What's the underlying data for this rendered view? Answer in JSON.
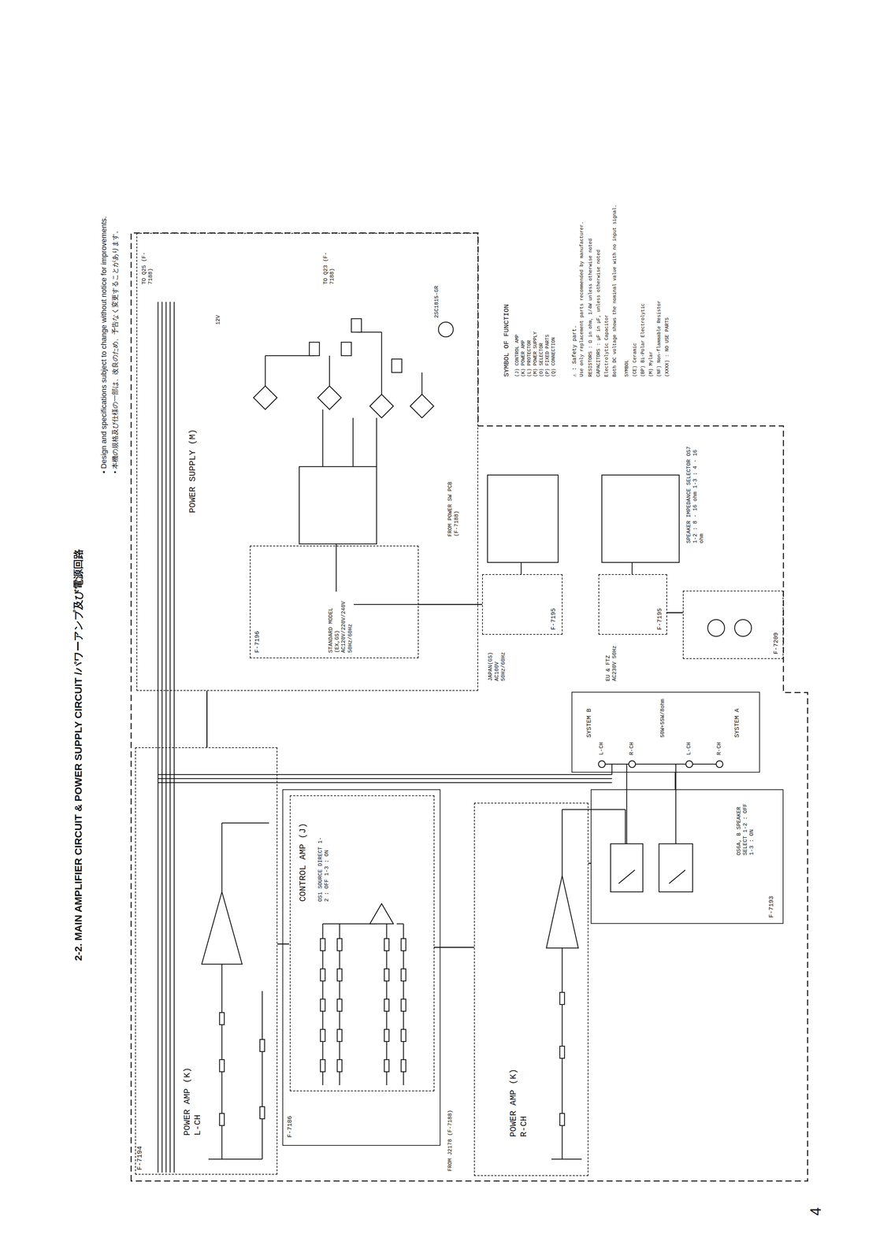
{
  "diagram": {
    "title": "2-2. MAIN AMPLIFIER CIRCUIT & POWER SUPPLY CIRCUIT /パワーアンプ及び電源回路",
    "nodes": [
      {
        "text": [
          "F-7194"
        ]
      },
      {
        "text": [
          "POWER AMP (K) L-CH"
        ],
        "in": 0
      },
      {
        "text": [
          "F-7186"
        ],
        "in": 0
      },
      {
        "text": [
          "CONTROL AMP (J)",
          "OS1 SOURCE DIRECT 1-2 : OFF 1-3 : ON"
        ],
        "in": 2
      },
      {
        "text": [
          "POWER AMP (K) R-CH"
        ],
        "in": 0
      },
      {
        "text": [
          "F-7193",
          "OS6A, B SPEAKER SELECT 1-2 : OFF 1-3 : ON"
        ],
        "in": 0
      },
      {
        "text": [
          "SYSTEM B",
          "50W+55W/8ohm",
          "SYSTEM A"
        ],
        "in": 0
      },
      {
        "text": [
          "POWER SUPPLY (M)"
        ],
        "in": 0
      },
      {
        "text": [
          "F-7196",
          "STANDARD MODEL (EX,GS) AC120V/220V/240V 50Hz/60Hz"
        ],
        "in": 7
      },
      {
        "text": [
          "F-7195"
        ],
        "in": 0
      },
      {
        "text": [
          "F-7195"
        ],
        "in": 0
      },
      {
        "text": [
          "F-7209"
        ],
        "in": 0
      }
    ],
    "edges": [
      {
        "from": 3,
        "to": 1,
        "arrow": "none"
      },
      {
        "from": 3,
        "to": 4,
        "arrow": "none"
      },
      {
        "from": 4,
        "to": 5,
        "arrow": "none"
      },
      {
        "from": 5,
        "to": 6,
        "arrow": "none"
      },
      {
        "from": 7,
        "to": 1,
        "arrow": "none"
      },
      {
        "from": 8,
        "to": 9,
        "arrow": "none"
      },
      {
        "from": 10,
        "to": 11,
        "arrow": "none"
      }
    ],
    "labels": [
      "• Design and specifications subject to change without notice for improvements.",
      "• 本機の規格及び仕様の一部は、改良のため、予告なく変更することがあります。",
      "4",
      "SYMBOL OF FUNCTION",
      "⚠ : Safety part.",
      "Use only replacement parts recommended by manufacturer.",
      "RESISTORS : Ω in ohm, 1/4W unless otherwise noted",
      "CAPACITORS : μF in μF, unless otherwise noted",
      "Electrolytic Capacitor",
      "Both DC voltage shows the nominal value with no input signal.",
      "SYMBOL",
      "(CE) Ceramic",
      "(BP) Bi-Polar Electrolytic",
      "(M) Mylar",
      "(NF) Non-flammable Resistor",
      "(XXXX) : NO USE PARTS",
      "TO Q25 (F-7188)",
      "12V",
      "TO Q23 (F-7188)",
      "2SC1815-GR",
      "FROM POWER SW PCB (F-7188)",
      "L-CH",
      "R-CH",
      "L-CH",
      "R-CH",
      "JAPAN(GS) AC100V 50Hz/60Hz",
      "EU & FTZ AC230V 50Hz",
      "SPEAKER IMPEDANCE SELECTOR OS7 1-2 : 8 - 16 ohm 1-3 : 4 - 16 ohm",
      "FROM J2178 (F-7188)"
    ],
    "legend": [
      {
        "text": "(J) CONTROL AMP"
      },
      {
        "text": "(K) POWER AMP"
      },
      {
        "text": "(L) PROTECTOR"
      },
      {
        "text": "(M) POWER SUPPLY"
      },
      {
        "text": "(O) SELECTOR"
      },
      {
        "text": "(P) FIXED PARTS"
      },
      {
        "text": "(Q) CONNECTION"
      }
    ]
  }
}
